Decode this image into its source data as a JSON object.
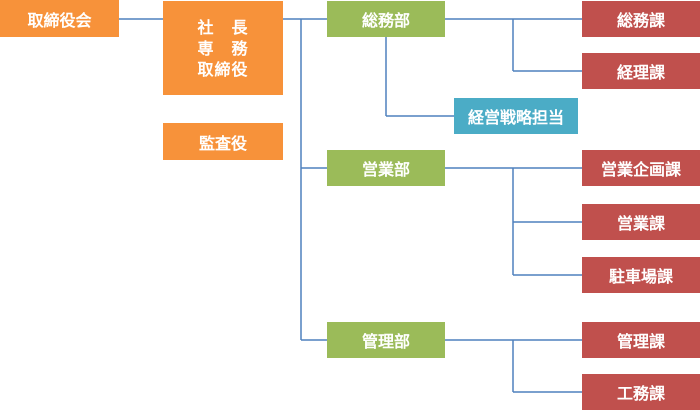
{
  "colors": {
    "executive": "#F7923A",
    "department": "#9BBB59",
    "section": "#C0504D",
    "staff": "#4BACC6",
    "connector": "#4F81BD"
  },
  "board": "取締役会",
  "executives": [
    "社　長",
    "専　務",
    "取締役"
  ],
  "auditor": "監査役",
  "departments": {
    "general_affairs": {
      "label": "総務部",
      "sections": [
        "総務課",
        "経理課"
      ],
      "staff": "経営戦略担当"
    },
    "sales": {
      "label": "営業部",
      "sections": [
        "営業企画課",
        "営業課",
        "駐車場課"
      ]
    },
    "management": {
      "label": "管理部",
      "sections": [
        "管理課",
        "工務課"
      ]
    }
  }
}
